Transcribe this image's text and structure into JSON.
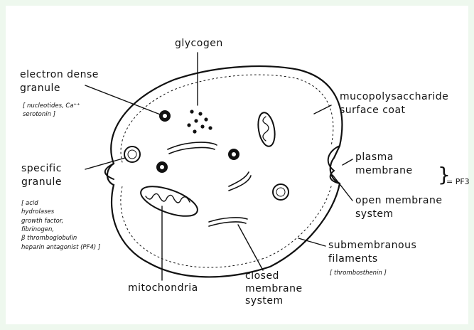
{
  "labels": {
    "glycogen": "glycogen",
    "electron_dense_granule": "electron dense\ngranule",
    "granule_contents": "[ nucleotides, Ca⁺⁺\nserotonin ]",
    "mucopolysaccharide_surface_coat": "mucopolysaccharide\nsurface coat",
    "specific_granule": "specific\ngranule",
    "specific_granule_contents": "[ acid\nhydrolases\ngrowth factor,\nfibrinogen,\nβ thromboglobulin\nheparin antagonist (PF4) ]",
    "plasma_membrane": "plasma\nmembrane",
    "open_membrane_system": "open membrane\nsystem",
    "pf3": "= PF3",
    "submembranous_filaments": "submembranous\nfilaments",
    "thrombosthenin": "[ thrombosthenin ]",
    "closed_membrane_system": "closed\nmembrane\nsystem",
    "mitochondria": "mitochondria"
  },
  "colors": {
    "ink": "#111111",
    "paper": "#ffffff",
    "frame": "#eef8ee"
  }
}
